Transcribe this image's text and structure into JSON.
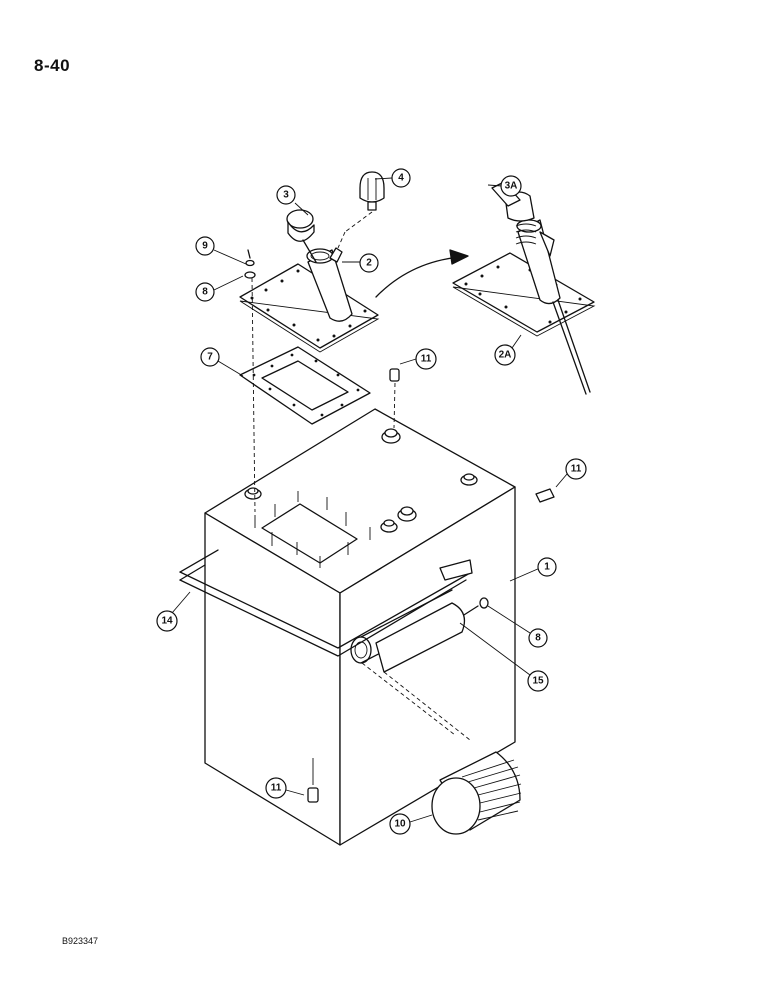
{
  "page": {
    "number": "8-40",
    "figure_code": "B923347"
  },
  "callouts": {
    "c1": "1",
    "c2": "2",
    "c2a": "2A",
    "c3": "3",
    "c3a": "3A",
    "c4": "4",
    "c7": "7",
    "c8a": "8",
    "c8b": "8",
    "c9": "9",
    "c10": "10",
    "c11a": "11",
    "c11b": "11",
    "c11c": "11",
    "c14": "14",
    "c15": "15"
  }
}
